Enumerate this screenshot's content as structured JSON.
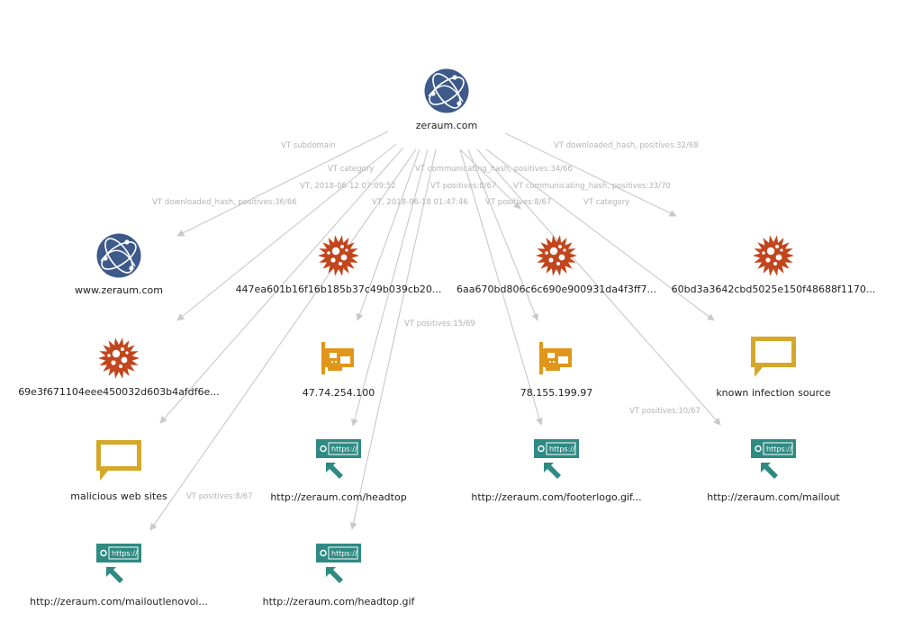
{
  "colors": {
    "domain": "#3d5a8a",
    "file": "#c1461d",
    "ip": "#e0961a",
    "url": "#2e8a83",
    "comment": "#d6a82a",
    "edge": "#c9c9c9",
    "edge_label": "#b3b3b3"
  },
  "nodes": [
    {
      "id": "root",
      "type": "domain",
      "label": "zeraum.com",
      "icon": "globe-icon"
    },
    {
      "id": "www",
      "type": "domain",
      "label": "www.zeraum.com",
      "icon": "globe-icon"
    },
    {
      "id": "file447",
      "type": "file",
      "label": "447ea601b16f16b185b37c49b039cb20...",
      "icon": "virus-file-icon"
    },
    {
      "id": "file6aa",
      "type": "file",
      "label": "6aa670bd806c6c690e900931da4f3ff7...",
      "icon": "virus-file-icon"
    },
    {
      "id": "file60b",
      "type": "file",
      "label": "60bd3a3642cbd5025e150f48688f1170...",
      "icon": "virus-file-icon"
    },
    {
      "id": "file69e",
      "type": "file",
      "label": "69e3f671104eee450032d603b4afdf6e...",
      "icon": "virus-file-icon"
    },
    {
      "id": "ip47",
      "type": "ip",
      "label": "47.74.254.100",
      "icon": "network-card-icon"
    },
    {
      "id": "ip78",
      "type": "ip",
      "label": "78.155.199.97",
      "icon": "network-card-icon"
    },
    {
      "id": "known",
      "type": "comment",
      "label": "known infection source",
      "icon": "comment-icon"
    },
    {
      "id": "malicious",
      "type": "comment",
      "label": "malicious web sites",
      "icon": "comment-icon"
    },
    {
      "id": "headtop",
      "type": "url",
      "label": "http://zeraum.com/headtop",
      "icon": "url-link-icon"
    },
    {
      "id": "footer",
      "type": "url",
      "label": "http://zeraum.com/footerlogo.gif...",
      "icon": "url-link-icon"
    },
    {
      "id": "mailout",
      "type": "url",
      "label": "http://zeraum.com/mailout",
      "icon": "url-link-icon"
    },
    {
      "id": "mailoutl",
      "type": "url",
      "label": "http://zeraum.com/mailoutlenovoi...",
      "icon": "url-link-icon"
    },
    {
      "id": "headtopgif",
      "type": "url",
      "label": "http://zeraum.com/headtop.gif",
      "icon": "url-link-icon"
    }
  ],
  "url_badge_text": "https://",
  "edges": [
    {
      "source": "root",
      "target": "www",
      "label": ""
    },
    {
      "source": "root",
      "target": "file69e",
      "label": ""
    },
    {
      "source": "root",
      "target": "malicious",
      "label": ""
    },
    {
      "source": "root",
      "target": "mailoutl",
      "label": ""
    },
    {
      "source": "root",
      "target": "ip47",
      "label": ""
    },
    {
      "source": "root",
      "target": "headtop",
      "label": ""
    },
    {
      "source": "root",
      "target": "headtopgif",
      "label": ""
    },
    {
      "source": "root",
      "target": "file6aa",
      "label": ""
    },
    {
      "source": "root",
      "target": "ip78",
      "label": ""
    },
    {
      "source": "root",
      "target": "footer",
      "label": ""
    },
    {
      "source": "root",
      "target": "known",
      "label": ""
    },
    {
      "source": "root",
      "target": "mailout",
      "label": ""
    },
    {
      "source": "root",
      "target": "file60b",
      "label": ""
    }
  ],
  "edge_labels": [
    "VT subdomain",
    "VT category",
    "VT downloaded_hash, positives:32/68",
    "VT communicating_hash, positives:34/66",
    "VT, 2018-06-12 07:09:52",
    "VT positives:8/67",
    "VT communicating_hash, positives:33/70",
    "VT downloaded_hash, positives:36/66",
    "VT, 2018-06-18 01:47:46",
    "VT positives:8/67",
    "VT category",
    "VT positives:15/69",
    "VT positives:10/67",
    "VT positives:8/67"
  ]
}
